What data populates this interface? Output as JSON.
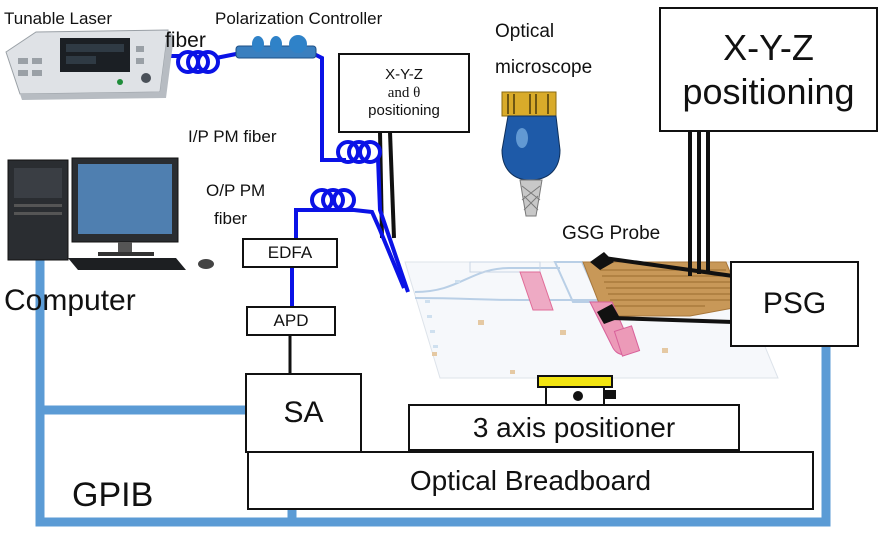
{
  "labels": {
    "tunable_laser": "Tunable Laser",
    "fiber": "fiber",
    "polarization_controller": "Polarization Controller",
    "optical_microscope_l1": "Optical",
    "optical_microscope_l2": "microscope",
    "ip_pm_fiber": "I/P PM fiber",
    "op_pm_fiber_l1": "O/P PM",
    "op_pm_fiber_l2": "fiber",
    "gsg_probe": "GSG Probe",
    "computer": "Computer",
    "gpib": "GPIB"
  },
  "boxes": {
    "xyz_theta_l1": "X-Y-Z",
    "xyz_theta_l2": "and θ",
    "xyz_theta_l3": "positioning",
    "xyz_big_l1": "X-Y-Z",
    "xyz_big_l2": "positioning",
    "edfa": "EDFA",
    "apd": "APD",
    "sa": "SA",
    "psg": "PSG",
    "three_axis": "3 axis positioner",
    "breadboard": "Optical Breadboard"
  },
  "colors": {
    "fiber_blue": "#0a12e6",
    "gpib_bus": "#5b9bd5",
    "probe_pad": "#c89858",
    "waveguide_pink": "#e88ab0",
    "microscope_body": "#1e5aa8",
    "positioner_yellow": "#f2e411"
  },
  "icons": [
    "tunable-laser-icon",
    "polarization-paddles-icon",
    "optical-microscope-icon",
    "computer-icon",
    "chip-device-icon",
    "gsg-probe-icon",
    "stage-icon"
  ]
}
